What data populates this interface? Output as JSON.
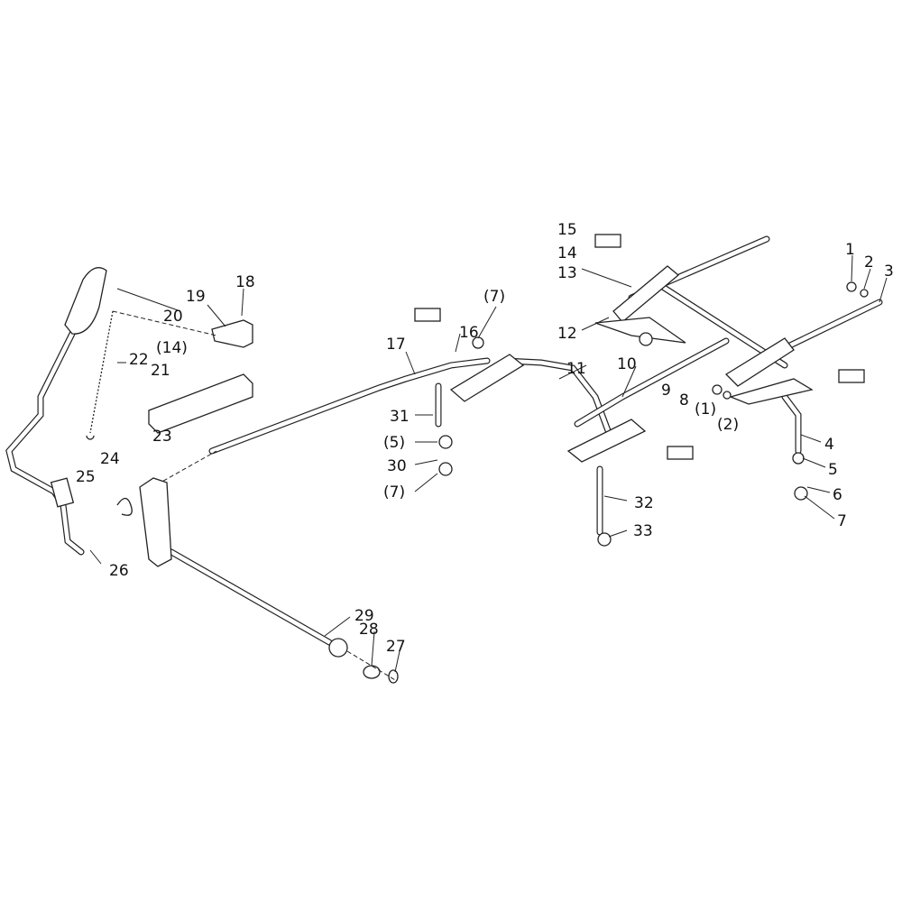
{
  "diagram": {
    "type": "exploded parts diagram",
    "callouts": [
      "1",
      "2",
      "3",
      "4",
      "5",
      "6",
      "7",
      "8",
      "9",
      "(1)",
      "(2)",
      "10",
      "11",
      "12",
      "13",
      "14",
      "15",
      "16",
      "(7)",
      "17",
      "18",
      "19",
      "20",
      "21",
      "(14)",
      "22",
      "23",
      "24",
      "25",
      "26",
      "27",
      "28",
      "29",
      "30",
      "31",
      "(5)",
      "(7)",
      "32",
      "33"
    ]
  }
}
